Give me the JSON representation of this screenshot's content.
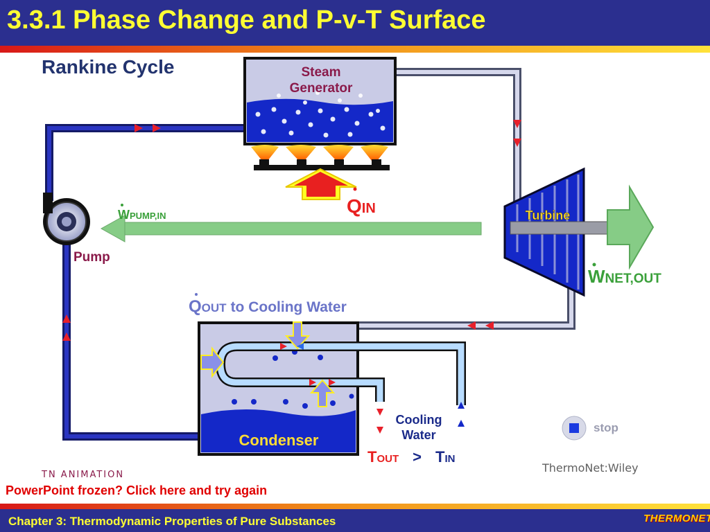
{
  "slide": {
    "title": "3.3.1 Phase Change and P-v-T Surface",
    "frozen_link": "PowerPoint frozen? Click here and try again",
    "footer": "Chapter 3: Thermodynamic Properties of Pure Substances",
    "footer_logo": "ThermoNet"
  },
  "diagram": {
    "heading": "Rankine Cycle",
    "steam_generator": [
      "Steam",
      "Generator"
    ],
    "q_in": {
      "symbol": "Q",
      "sub": "IN"
    },
    "w_pump": {
      "symbol": "W",
      "sub": "PUMP,IN"
    },
    "pump": "Pump",
    "turbine": "Turbine",
    "w_net": {
      "symbol": "W",
      "sub": "NET,OUT"
    },
    "q_out": {
      "symbol": "Q",
      "sub": "OUT",
      "suffix": "to Cooling Water"
    },
    "condenser": "Condenser",
    "cooling_water": [
      "Cooling",
      "Water"
    ],
    "t_compare": {
      "t_out": "T",
      "t_out_sub": "OUT",
      "op": ">",
      "t_in": "T",
      "t_in_sub": "IN"
    },
    "stop": "stop",
    "credit": "ThermoNet:Wiley",
    "animation": "TN ANIMATION"
  },
  "colors": {
    "title_bg": "#2b2f8f",
    "title_text": "#ffff33",
    "pipe": "#1f2bb0",
    "steam_pipe": "#c9cbe6",
    "liquid": "#1428c8",
    "work_arrow": "#86cc86",
    "flow_arrow": "#e8202a",
    "heat_red": "#e82020",
    "frozen_text": "#e00000"
  }
}
